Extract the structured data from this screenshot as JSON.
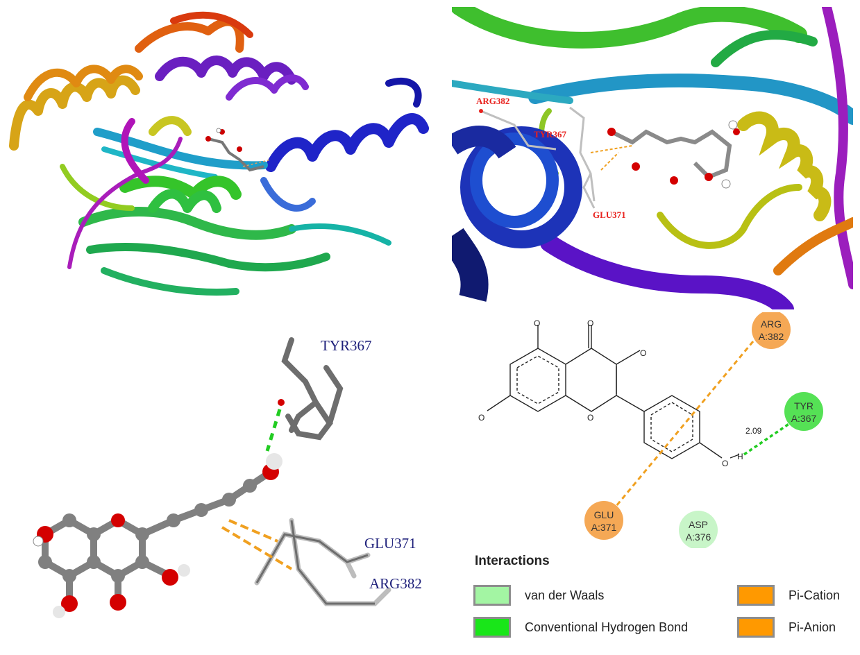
{
  "panel_top_right": {
    "labels": [
      "ARG382",
      "TYR367",
      "GLU371"
    ]
  },
  "panel_bottom_left": {
    "labels": [
      "TYR367",
      "GLU371",
      "ARG382"
    ]
  },
  "panel_2d": {
    "residues": [
      {
        "name": "ARG",
        "chain": "A:382",
        "kind": "Pi-Cation"
      },
      {
        "name": "TYR",
        "chain": "A:367",
        "kind": "Conventional Hydrogen Bond"
      },
      {
        "name": "GLU",
        "chain": "A:371",
        "kind": "Pi-Anion"
      },
      {
        "name": "ASP",
        "chain": "A:376",
        "kind": "van der Waals"
      }
    ],
    "distance": "2.09",
    "atom_o": "O",
    "atom_h": "H"
  },
  "legend": {
    "title": "Interactions",
    "items": [
      {
        "label": "van der Waals",
        "color": "#a3f5a3"
      },
      {
        "label": "Conventional Hydrogen Bond",
        "color": "#19e619"
      },
      {
        "label": "Pi-Cation",
        "color": "#ff9900"
      },
      {
        "label": "Pi-Anion",
        "color": "#ff9900"
      }
    ]
  },
  "colors": {
    "residue_label_3d": "#e8211d",
    "residue_label_stick": "#1d1f7a",
    "pi_interaction": "#f0a020",
    "hbond": "#22cc22",
    "carbon": "#7a7a7a",
    "oxygen": "#d40000",
    "hydrogen": "#ffffff"
  }
}
